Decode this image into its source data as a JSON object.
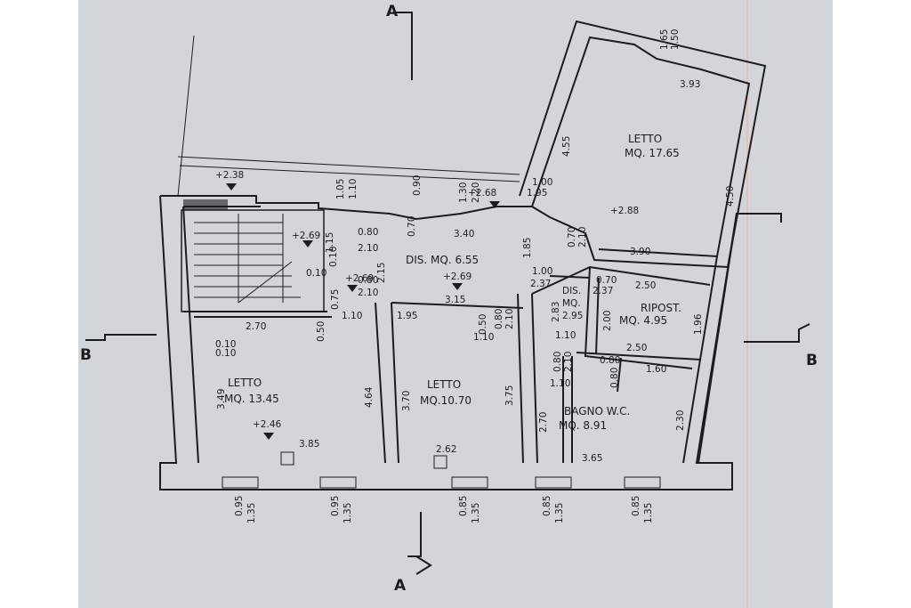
{
  "colors": {
    "paper": "#d3d6d9",
    "ink": "#1c1c1c",
    "margin_line": "#e8b6b6"
  },
  "sections": {
    "a_top": "A",
    "a_bottom": "A",
    "b_left": "B",
    "b_right": "B"
  },
  "rooms": {
    "letto_ne": {
      "label": "LETTO",
      "area": "MQ. 17.65"
    },
    "dis": {
      "label": "DIS. MQ. 6.55"
    },
    "dis_small": {
      "line1": "DIS.",
      "line2": "MQ.",
      "line3": "2.95"
    },
    "ripost": {
      "label": "RIPOST.",
      "area": "MQ. 4.95"
    },
    "letto_sw": {
      "label": "LETTO",
      "area": "MQ. 13.45"
    },
    "letto_s": {
      "label": "LETTO",
      "area": "MQ.10.70"
    },
    "bagno": {
      "label": "BAGNO W.C.",
      "area": "MQ. 8.91"
    }
  },
  "levels": [
    "+2.38",
    "+2.68",
    "+2.88",
    "+2.69",
    "+2.69",
    "+2.69",
    "+2.46"
  ],
  "dims": {
    "ne_top_1": "1.65",
    "ne_top_2": "1.50",
    "ne_width_top": "3.93",
    "ne_left": "4.55",
    "ne_right": "4.50",
    "ne_width_bottom": "3.90",
    "win_100": "1.00",
    "win_195": "1.95",
    "d_105": "1.05",
    "d_110": "1.10",
    "d_090": "0.90",
    "d_130": "1.30",
    "d_220": "2.20",
    "d_080a": "0.80",
    "d_210a": "2.10",
    "d_115a": "1.15",
    "d_070a": "0.70",
    "d_340": "3.40",
    "d_185": "1.85",
    "d_070b": "0.70",
    "d_210b": "2.10",
    "d_010a": "0.10",
    "d_010b": "0.10",
    "d_215": "2.15",
    "d_075": "0.75",
    "d_080b": "0.80",
    "d_210c": "2.10",
    "d_100b": "1.00",
    "d_237a": "2.37",
    "d_070c": "0.70",
    "d_237b": "2.37",
    "d_250a": "2.50",
    "d_315": "3.15",
    "d_110b": "1.10",
    "d_195": "1.95",
    "d_080c": "0.80",
    "d_210d": "2.10",
    "d_050a": "0.50",
    "d_110c": "1.10",
    "d_283": "2.83",
    "d_200": "2.00",
    "d_196": "1.96",
    "d_270": "2.70",
    "d_010c": "0.10",
    "d_050b": "0.50",
    "d_010d": "0.10",
    "d_110d": "1.10",
    "d_080d": "0.80",
    "d_210e": "2.10",
    "d_250b": "2.50",
    "d_080e": "0.80",
    "d_080f": "0.80",
    "d_160": "1.60",
    "d_110e": "1.10",
    "d_349": "3.49",
    "d_464": "4.64",
    "d_370": "3.70",
    "d_375": "3.75",
    "d_270b": "2.70",
    "d_230": "2.30",
    "d_385": "3.85",
    "d_262": "2.62",
    "d_365": "3.65",
    "b1_a": "0.95",
    "b1_b": "1.35",
    "b2_a": "0.95",
    "b2_b": "1.35",
    "b3_a": "0.85",
    "b3_b": "1.35",
    "b4_a": "0.85",
    "b4_b": "1.35",
    "b5_a": "0.85",
    "b5_b": "1.35"
  }
}
